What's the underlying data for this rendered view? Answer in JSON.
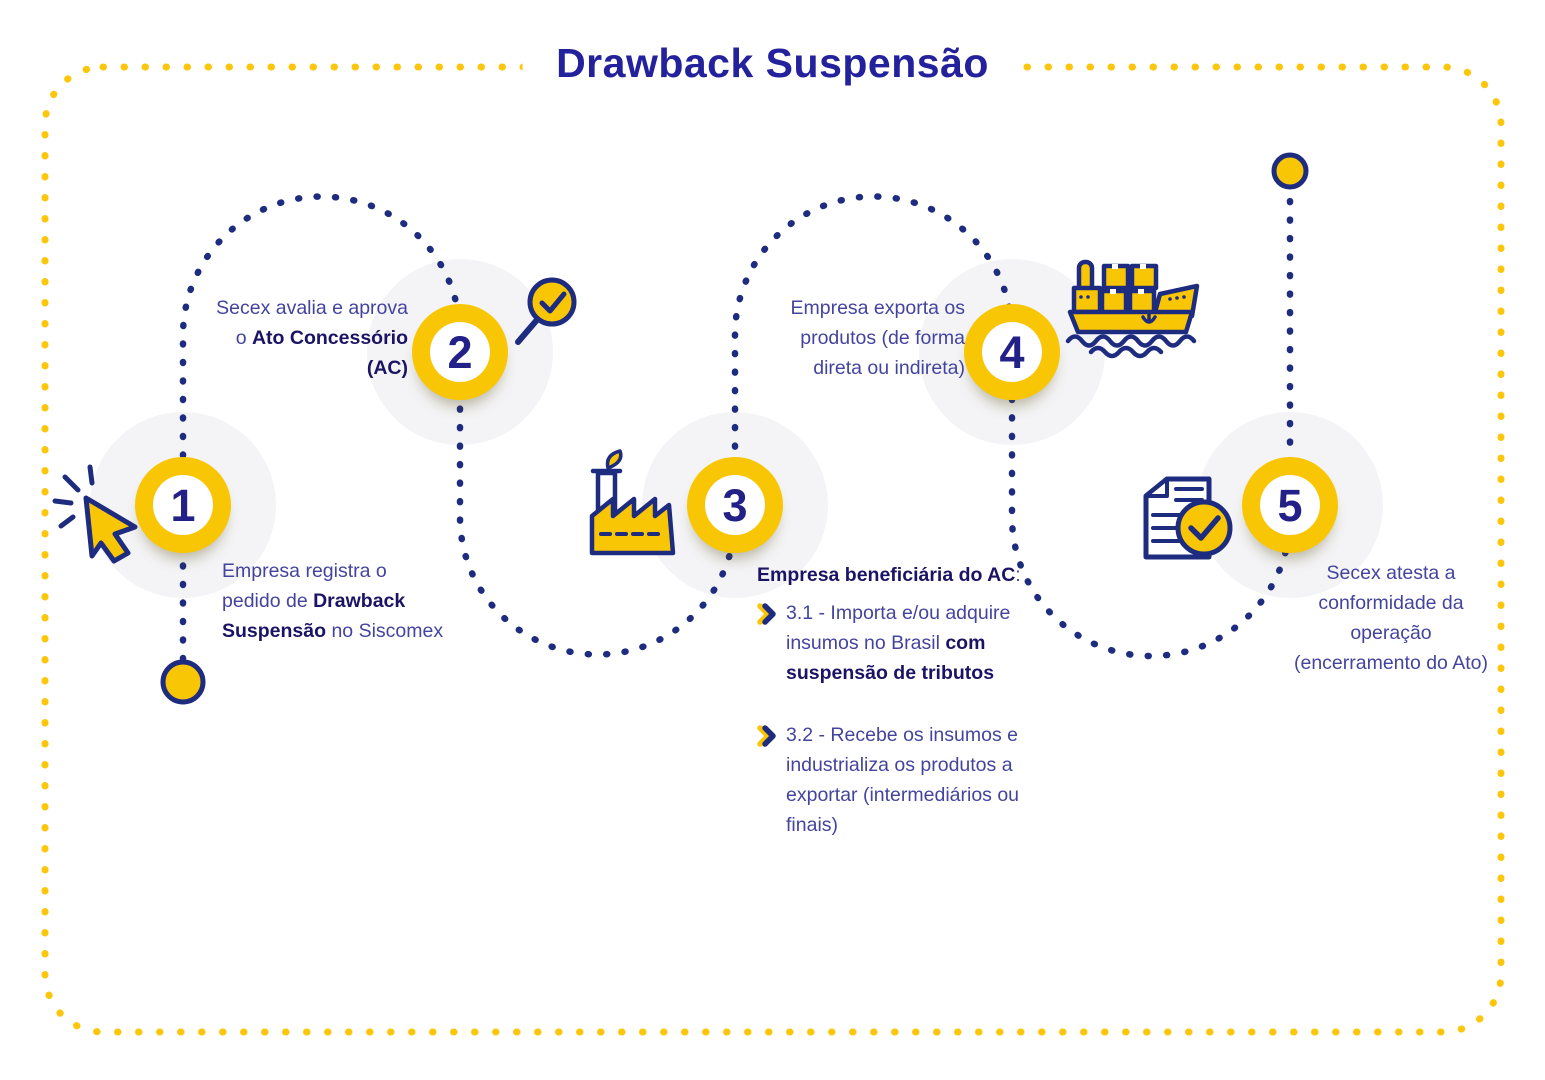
{
  "title": "Drawback Suspensão",
  "colors": {
    "navy_dark": "#1B1464",
    "navy_line": "#1E2C80",
    "blue_text": "#44449E",
    "yellow": "#F9C606",
    "halo_gray": "#F4F4F6"
  },
  "steps": [
    {
      "number": "1",
      "icon": "cursor-click-icon",
      "parts": [
        {
          "text": "Empresa registra o pedido de "
        },
        {
          "text": "Drawback Suspensão",
          "bold": true
        },
        {
          "text": " no Siscomex"
        }
      ]
    },
    {
      "number": "2",
      "icon": "magnifier-check-icon",
      "parts": [
        {
          "text": "Secex avalia e aprova o "
        },
        {
          "text": "Ato Concessório (AC)",
          "bold": true
        }
      ]
    },
    {
      "number": "3",
      "icon": "factory-icon",
      "heading": "Empresa beneficiária do AC",
      "heading_suffix": ":",
      "bullets": [
        {
          "parts": [
            {
              "text": "3.1 - Importa e/ou adquire insumos no Brasil "
            },
            {
              "text": "com suspensão de tributos",
              "bold": true
            }
          ]
        },
        {
          "parts": [
            {
              "text": "3.2 - Recebe os insumos e industrializa os produtos a exportar (intermediários ou finais)"
            }
          ]
        }
      ]
    },
    {
      "number": "4",
      "icon": "ship-icon",
      "parts": [
        {
          "text": "Empresa exporta os produtos (de forma direta ou indireta)"
        }
      ]
    },
    {
      "number": "5",
      "icon": "document-check-icon",
      "parts": [
        {
          "text": "Secex atesta a conformidade da operação (encerramento do Ato)"
        }
      ]
    }
  ]
}
